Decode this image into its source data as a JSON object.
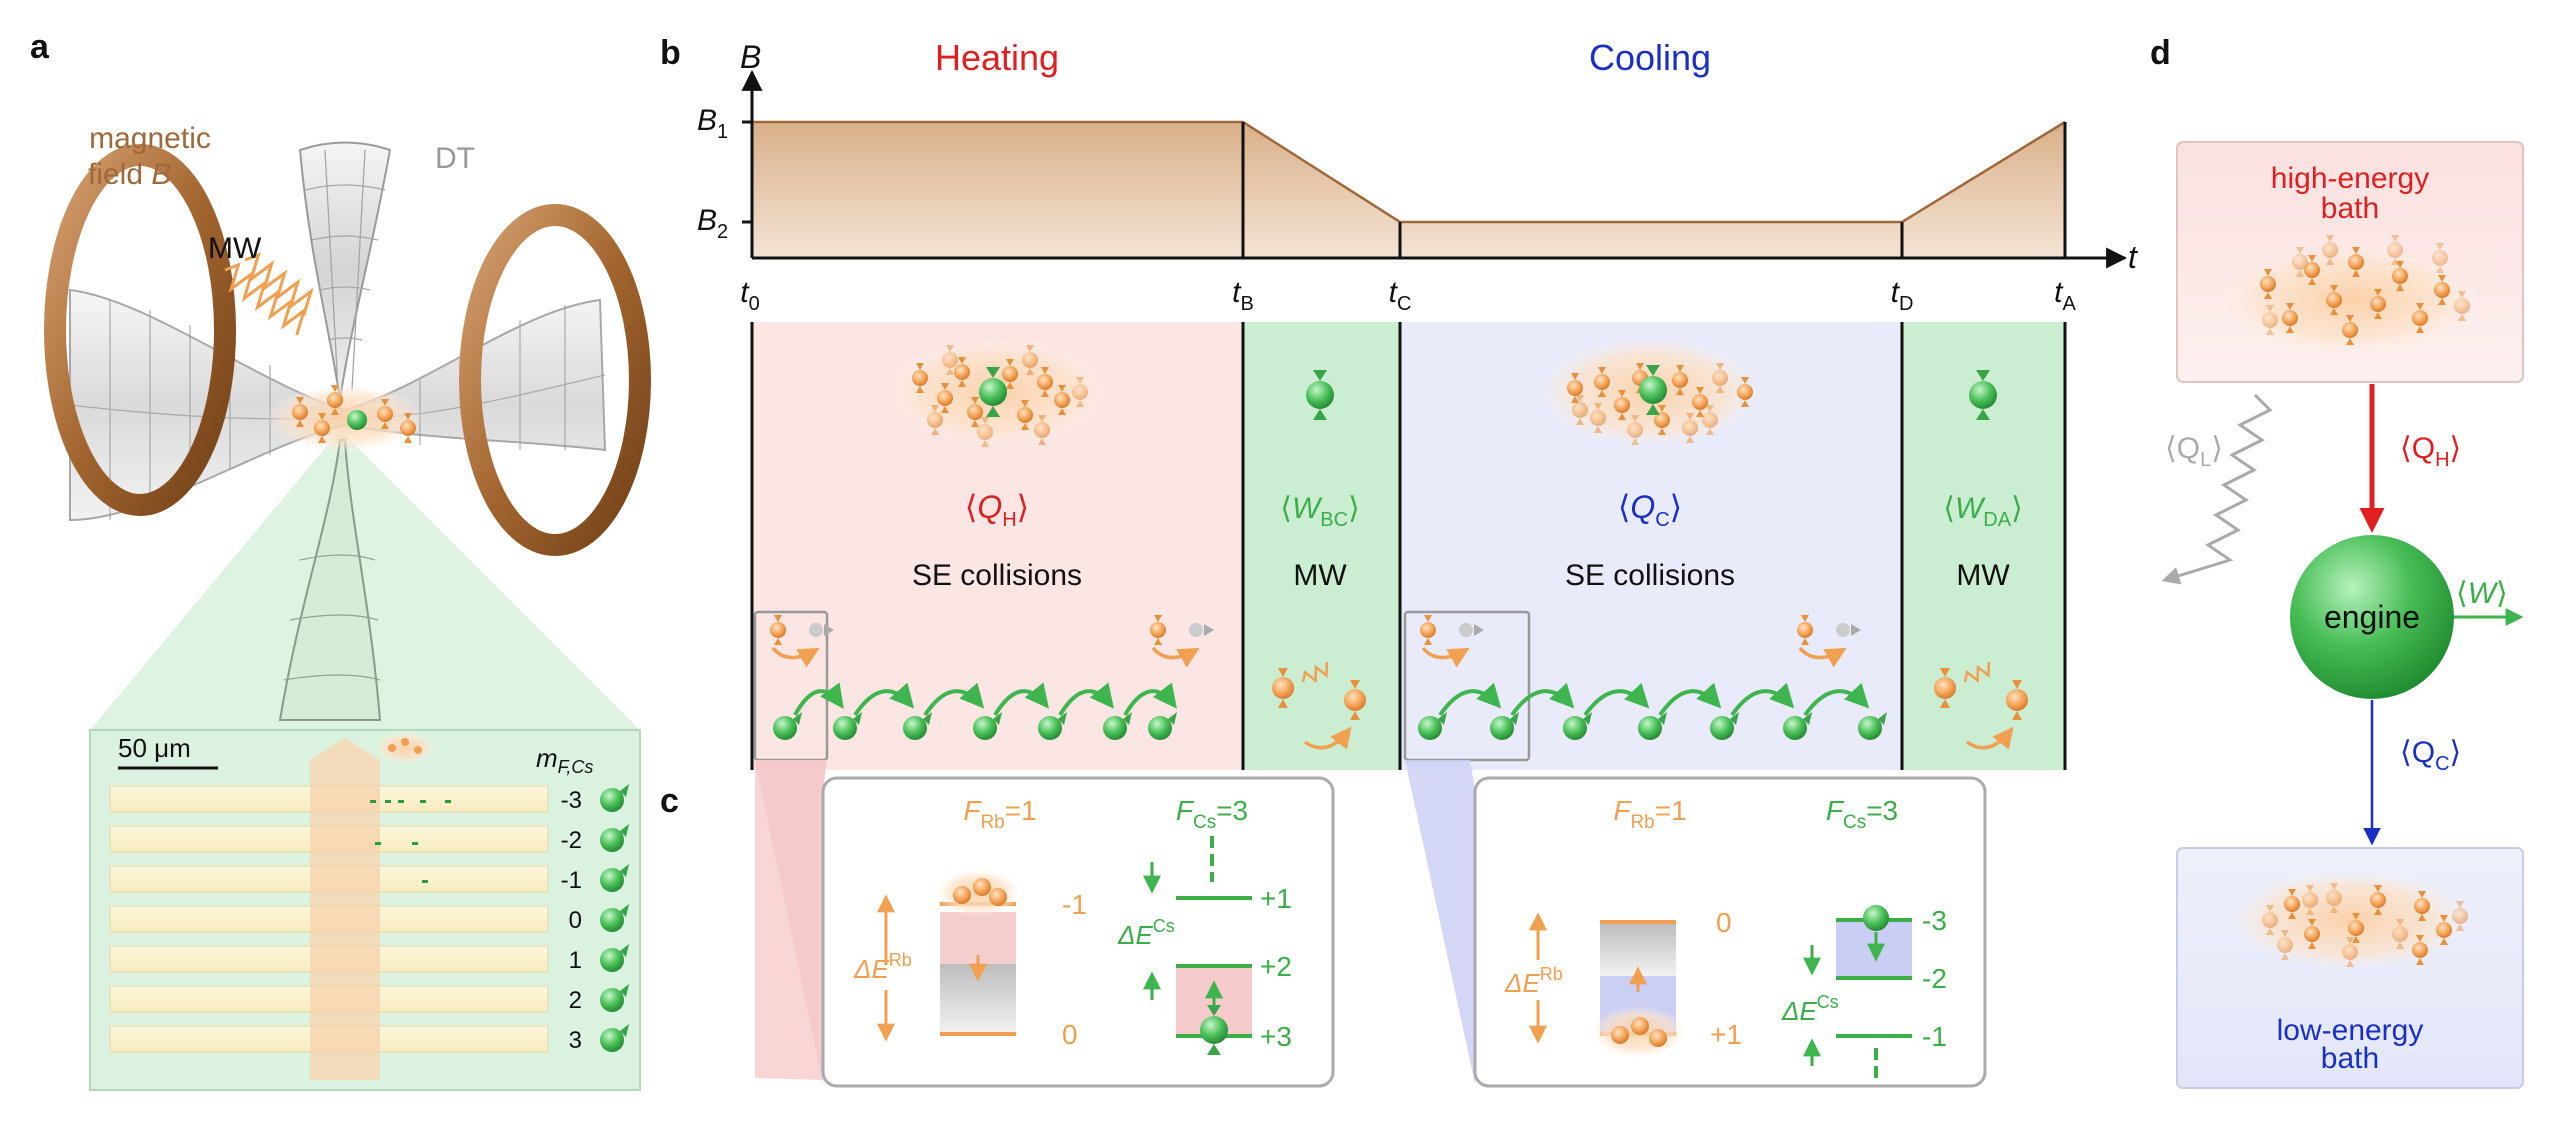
{
  "panels": {
    "a": "a",
    "b": "b",
    "c": "c",
    "d": "d"
  },
  "colors": {
    "orange": "#f0a050",
    "green": "#3fb54f",
    "green_text": "#3cae49",
    "red": "#e02020",
    "blue": "#1a2fc4",
    "brown": "#a0683a",
    "gray": "#999999",
    "heating_bg": "#fbe6e4",
    "cooling_bg": "#e9ebfa",
    "mw_bg": "#cbeed3"
  },
  "panel_a": {
    "field_label_line1": "magnetic",
    "field_label_line2": "field",
    "field_label_var": "B",
    "mw_label": "MW",
    "dt_label": "DT",
    "scalebar_label": "50 μm",
    "mf_label_main": "m",
    "mf_label_sub": "F,Cs",
    "rows": [
      "-3",
      "-2",
      "-1",
      "0",
      "1",
      "2",
      "3"
    ]
  },
  "panel_b": {
    "y_axis_label": "B",
    "x_axis_label": "t",
    "b1_main": "B",
    "b1_sub": "1",
    "b2_main": "B",
    "b2_sub": "2",
    "heating_label": "Heating",
    "cooling_label": "Cooling",
    "ticks": [
      {
        "main": "t",
        "sub": "0"
      },
      {
        "main": "t",
        "sub": "B"
      },
      {
        "main": "t",
        "sub": "C"
      },
      {
        "main": "t",
        "sub": "D"
      },
      {
        "main": "t",
        "sub": "A"
      }
    ],
    "qh_main": "Q",
    "qh_sub": "H",
    "qc_main": "Q",
    "qc_sub": "C",
    "wbc_main": "W",
    "wbc_sub": "BC",
    "wda_main": "W",
    "wda_sub": "DA",
    "se_label": "SE collisions",
    "mw_label": "MW"
  },
  "panel_c": {
    "frb_main": "F",
    "frb_sub": "Rb",
    "frb_val": "=1",
    "fcs_main": "F",
    "fcs_sub": "Cs",
    "fcs_val": "=3",
    "de_main": "ΔE",
    "rb_sup": "Rb",
    "cs_sup": "Cs",
    "left": {
      "rb_levels": [
        "-1",
        "0"
      ],
      "cs_levels": [
        "+1",
        "+2",
        "+3"
      ]
    },
    "right": {
      "rb_levels": [
        "0",
        "+1"
      ],
      "cs_levels": [
        "-3",
        "-2",
        "-1"
      ]
    }
  },
  "panel_d": {
    "hot_line1": "high-energy",
    "hot_line2": "bath",
    "cold_line1": "low-energy",
    "cold_line2": "bath",
    "engine_label": "engine",
    "ql_main": "Q",
    "ql_sub": "L",
    "qh_main": "Q",
    "qh_sub": "H",
    "qc_main": "Q",
    "qc_sub": "C",
    "w_main": "W"
  }
}
